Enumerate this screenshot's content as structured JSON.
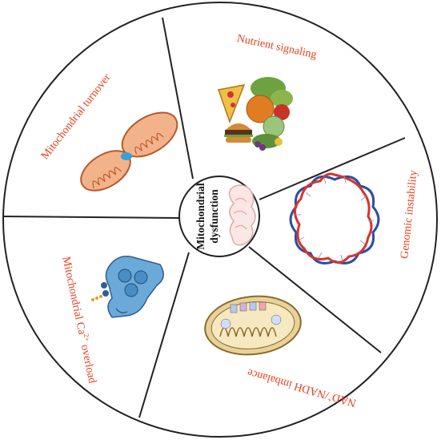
{
  "diagram": {
    "center": {
      "line1": "Mitochondrial",
      "line2": "dysfunction"
    },
    "segments": [
      {
        "id": "nutrient",
        "label": "Nutrient signaling"
      },
      {
        "id": "genomic",
        "label": "Genomic instability"
      },
      {
        "id": "nad",
        "label_main": "NAD",
        "label_sup": "+",
        "label_rest": "/NADH imbalance"
      },
      {
        "id": "calcium",
        "label_main": "Mitochondrial Ca",
        "label_sup": "2+",
        "label_rest": " overload"
      },
      {
        "id": "turnover",
        "label": "Mitochondrial turnover"
      }
    ]
  },
  "colors": {
    "label": "#e8401f",
    "outline": "#222222",
    "dna_blue": "#2d4fa0",
    "dna_red": "#d8342c",
    "mito_orange": "#f2b38a",
    "mito_pink": "#f5c7bd",
    "channel_blue": "#6aa9d8",
    "mito_tan": "#e9d29a"
  }
}
